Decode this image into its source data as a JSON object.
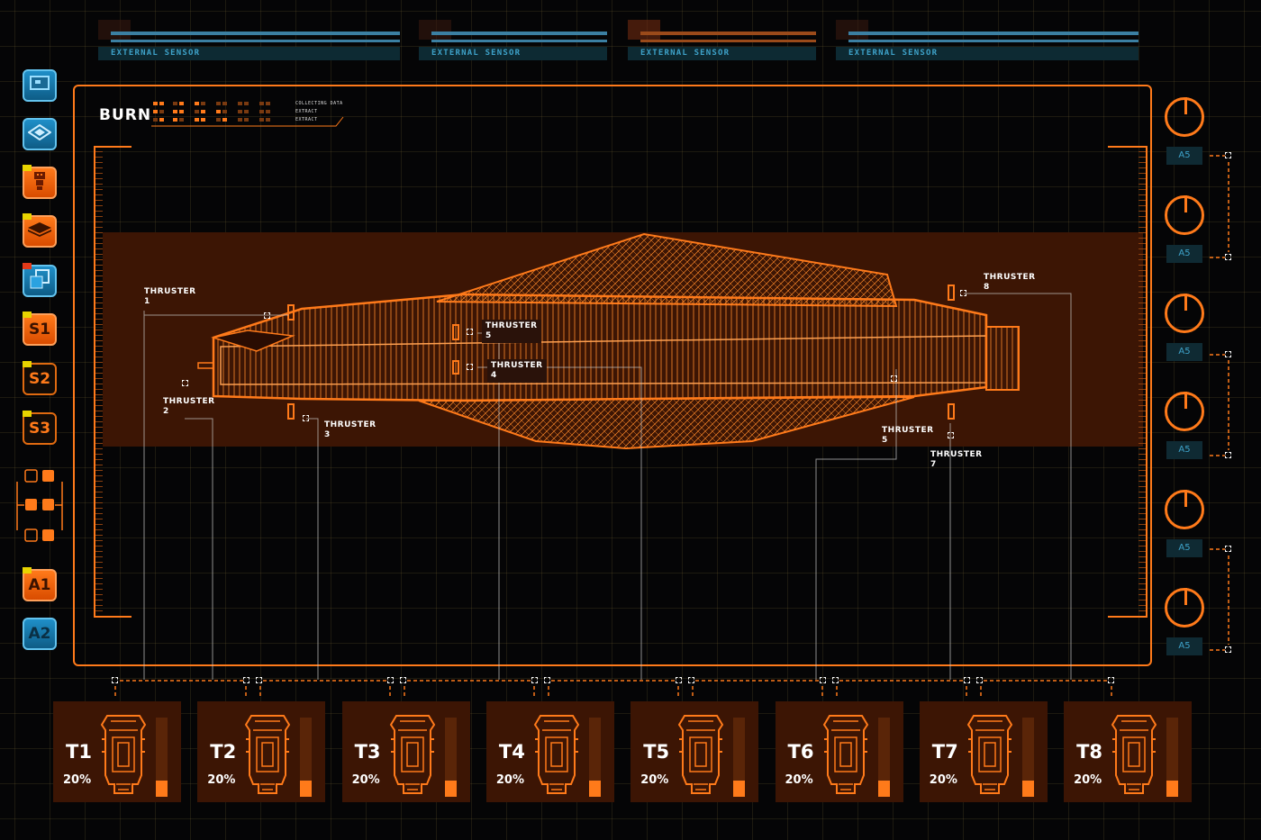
{
  "sensors": [
    {
      "label": "EXTERNAL SENSOR",
      "style": "blue"
    },
    {
      "label": "EXTERNAL SENSOR",
      "style": "blue"
    },
    {
      "label": "EXTERNAL SENSOR",
      "style": "orange"
    },
    {
      "label": "EXTERNAL SENSOR",
      "style": "blue"
    }
  ],
  "tools": [
    {
      "id": "monitor",
      "label": "",
      "icon": "monitor-icon",
      "style": "blue"
    },
    {
      "id": "layers",
      "label": "",
      "icon": "layers-diamond-icon",
      "style": "blue"
    },
    {
      "id": "robot",
      "label": "",
      "icon": "robot-icon",
      "style": "orange"
    },
    {
      "id": "box",
      "label": "",
      "icon": "box-3d-icon",
      "style": "orange"
    },
    {
      "id": "window",
      "label": "",
      "icon": "window-stack-icon",
      "style": "blue"
    },
    {
      "id": "s1",
      "label": "S1",
      "style": "orange"
    },
    {
      "id": "s2",
      "label": "S2",
      "style": "dark"
    },
    {
      "id": "s3",
      "label": "S3",
      "style": "dark"
    },
    {
      "id": "a1",
      "label": "A1",
      "style": "orange"
    },
    {
      "id": "a2",
      "label": "A2",
      "style": "blue"
    }
  ],
  "burn": {
    "title": "BURN",
    "lines": [
      "COLLECTING DATA",
      "EXTRACT",
      "EXTRACT"
    ]
  },
  "thruster_labels": [
    {
      "id": "t1",
      "text": "THRUSTER\n1"
    },
    {
      "id": "t2",
      "text": "THRUSTER\n2"
    },
    {
      "id": "t3",
      "text": "THRUSTER\n3"
    },
    {
      "id": "t5a",
      "text": "THRUSTER\n5"
    },
    {
      "id": "t4",
      "text": "THRUSTER\n4"
    },
    {
      "id": "t8",
      "text": "THRUSTER\n8"
    },
    {
      "id": "t5b",
      "text": "THRUSTER\n5"
    },
    {
      "id": "t7",
      "text": "THRUSTER\n7"
    }
  ],
  "dials": [
    {
      "label": "A5",
      "value": 0
    },
    {
      "label": "A5",
      "value": 0
    },
    {
      "label": "A5",
      "value": 0
    },
    {
      "label": "A5",
      "value": 0
    },
    {
      "label": "A5",
      "value": 0
    },
    {
      "label": "A5",
      "value": 0
    }
  ],
  "thrusters": [
    {
      "name": "T1",
      "percent_text": "20%",
      "level": 0.2
    },
    {
      "name": "T2",
      "percent_text": "20%",
      "level": 0.2
    },
    {
      "name": "T3",
      "percent_text": "20%",
      "level": 0.2
    },
    {
      "name": "T4",
      "percent_text": "20%",
      "level": 0.2
    },
    {
      "name": "T5",
      "percent_text": "20%",
      "level": 0.2
    },
    {
      "name": "T6",
      "percent_text": "20%",
      "level": 0.2
    },
    {
      "name": "T7",
      "percent_text": "20%",
      "level": 0.2
    },
    {
      "name": "T8",
      "percent_text": "20%",
      "level": 0.2
    }
  ],
  "colors": {
    "accent": "#ff7a1a",
    "panel": "#3c1504",
    "info": "#3ea2c9"
  }
}
